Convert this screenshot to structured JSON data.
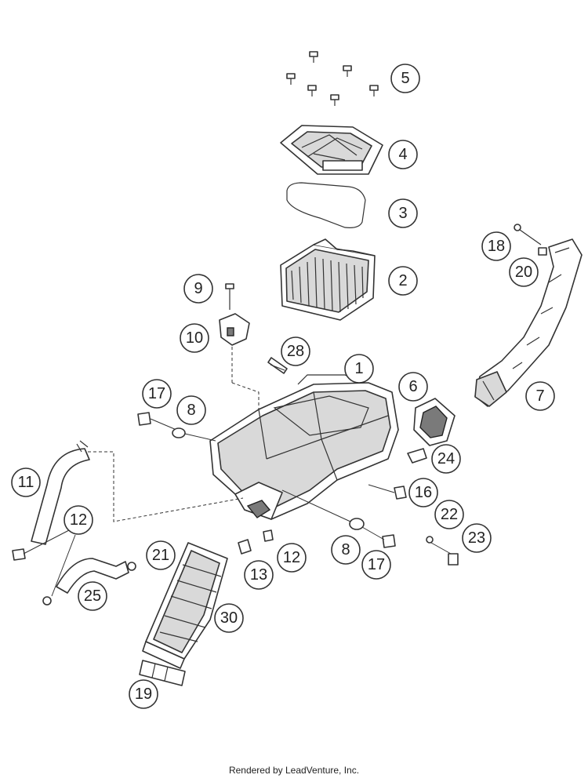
{
  "footer": {
    "credit": "Rendered by LeadVenture, Inc."
  },
  "callouts": [
    "5",
    "4",
    "3",
    "2",
    "9",
    "10",
    "28",
    "1",
    "6",
    "7",
    "18",
    "20",
    "17",
    "8",
    "24",
    "11",
    "12",
    "16",
    "22",
    "23",
    "8",
    "17",
    "21",
    "12",
    "13",
    "25",
    "30",
    "19"
  ]
}
